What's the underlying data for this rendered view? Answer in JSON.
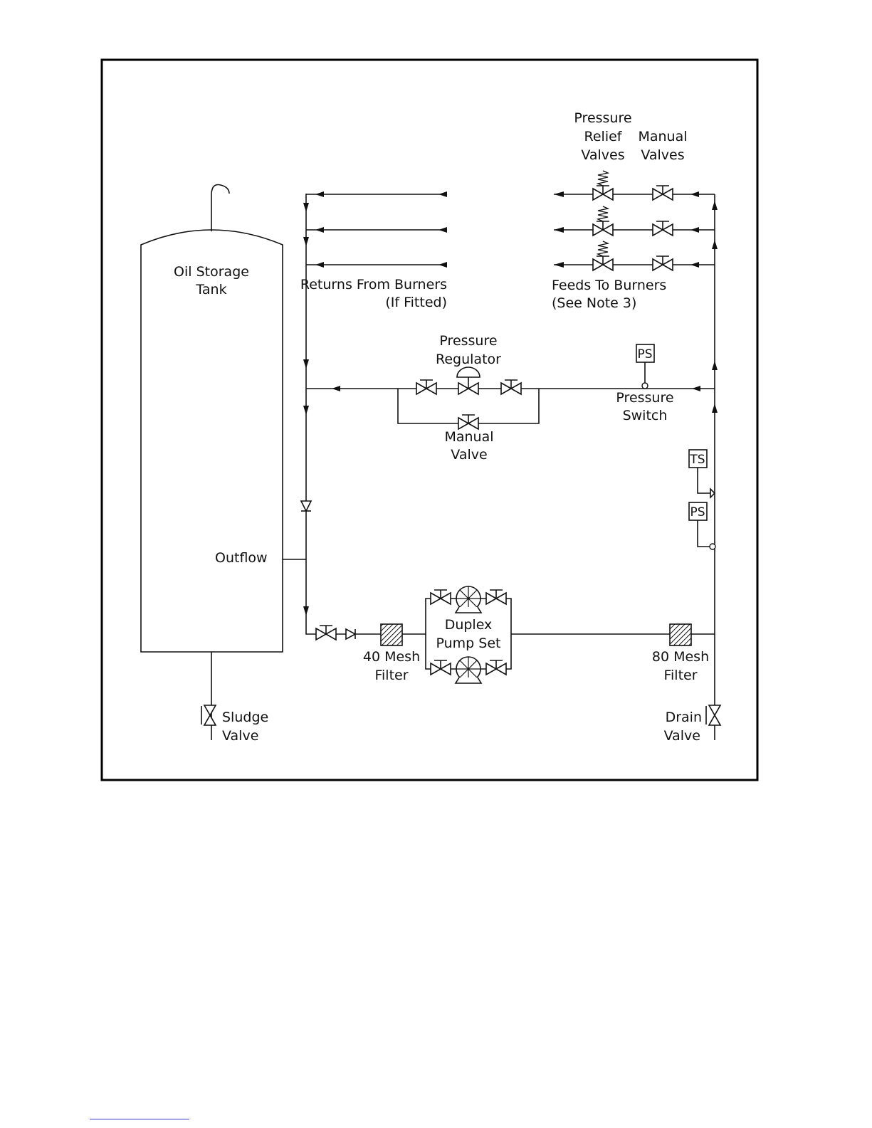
{
  "diagram": {
    "tank": {
      "line1": "Oil Storage",
      "line2": "Tank"
    },
    "outflow": "Outflow",
    "sludge_valve": {
      "line1": "Sludge",
      "line2": "Valve"
    },
    "returns": {
      "line1": "Returns From Burners",
      "line2": "(If Fitted)"
    },
    "feeds": {
      "line1": "Feeds To Burners",
      "line2": "(See Note 3)"
    },
    "relief_valves": {
      "line1": "Pressure",
      "line2": "Relief",
      "line3": "Valves"
    },
    "manual_valves": {
      "line1": "Manual",
      "line2": "Valves"
    },
    "pressure_regulator": {
      "line1": "Pressure",
      "line2": "Regulator"
    },
    "bypass_valve": {
      "line1": "Manual",
      "line2": "Valve"
    },
    "pressure_switch": {
      "line1": "Pressure",
      "line2": "Switch",
      "tag": "PS"
    },
    "ts_tag": "TS",
    "ps_tag_lower": "PS",
    "pump_set": {
      "line1": "Duplex",
      "line2": "Pump Set"
    },
    "filter_40": {
      "line1": "40 Mesh",
      "line2": "Filter"
    },
    "filter_80": {
      "line1": "80 Mesh",
      "line2": "Filter"
    },
    "drain_valve": {
      "line1": "Drain",
      "line2": "Valve"
    }
  }
}
